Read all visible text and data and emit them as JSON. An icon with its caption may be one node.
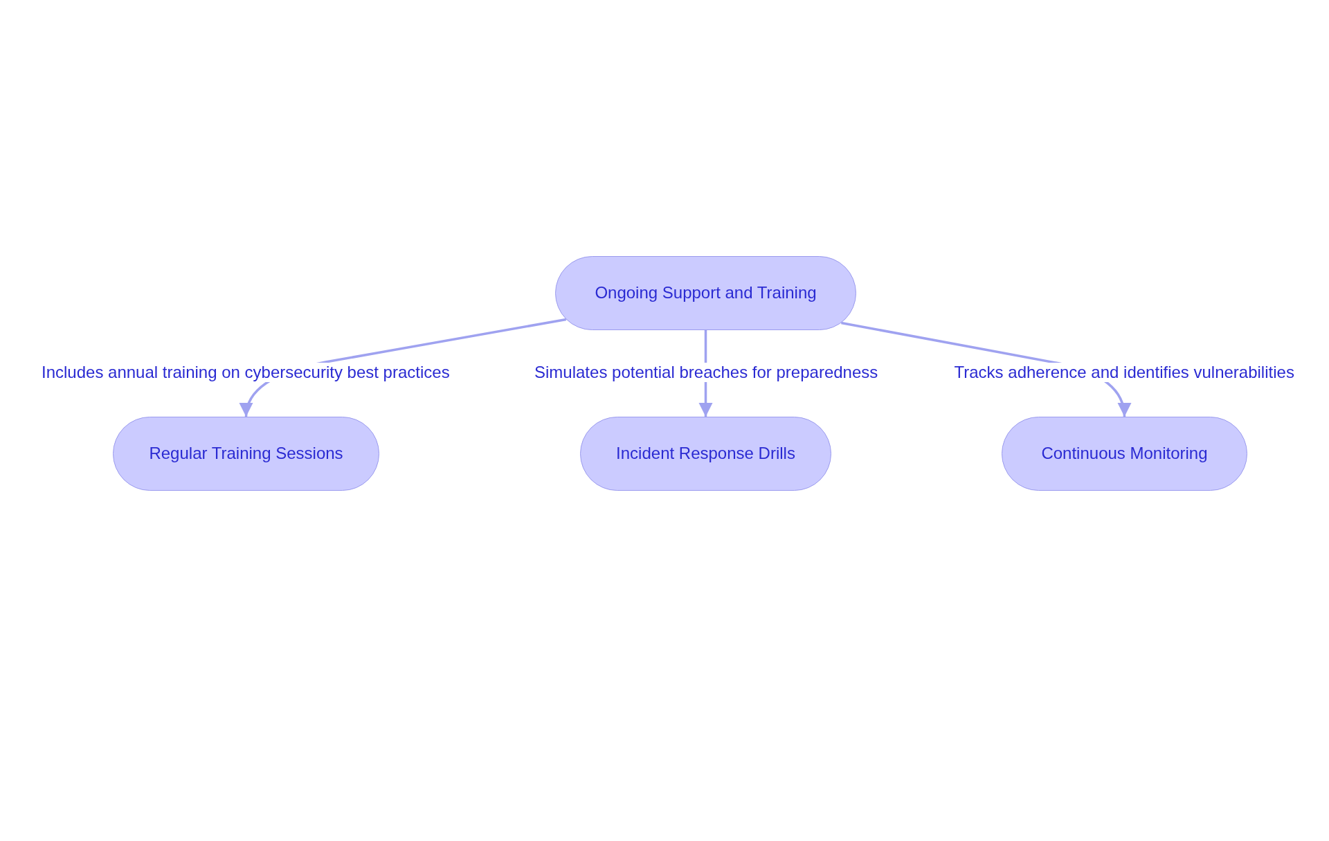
{
  "diagram": {
    "nodes": [
      {
        "text": [
          "Ongoing Support and Training"
        ]
      },
      {
        "text": [
          "Regular Training Sessions"
        ]
      },
      {
        "text": [
          "Incident Response Drills"
        ]
      },
      {
        "text": [
          "Continuous Monitoring"
        ]
      }
    ],
    "edges": [
      {
        "from": 0,
        "to": 1,
        "arrow": "to",
        "label": "Includes annual training on cybersecurity best practices"
      },
      {
        "from": 0,
        "to": 2,
        "arrow": "to",
        "label": "Simulates potential breaches for preparedness"
      },
      {
        "from": 0,
        "to": 3,
        "arrow": "to",
        "label": "Tracks adherence and identifies vulnerabilities"
      }
    ]
  }
}
